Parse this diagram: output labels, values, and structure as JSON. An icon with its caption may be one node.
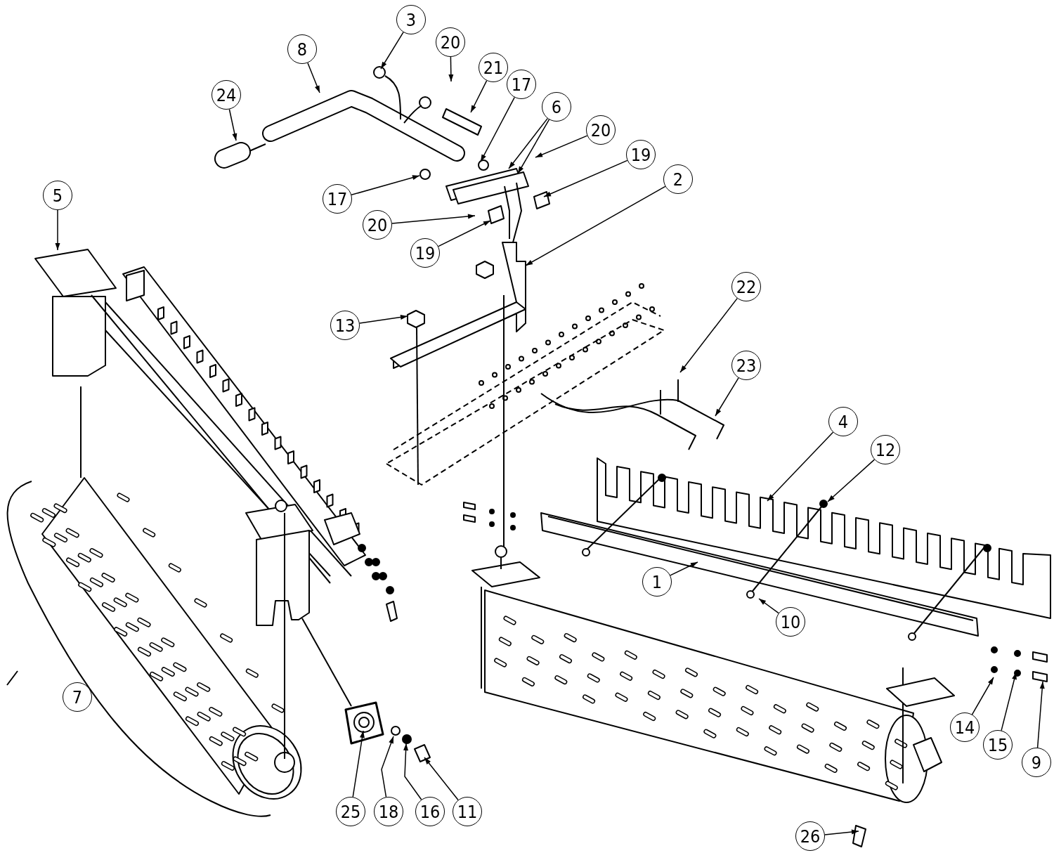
{
  "diagram": {
    "nodes": [
      {
        "text": [
          "3"
        ]
      },
      {
        "text": [
          "8"
        ]
      },
      {
        "text": [
          "20"
        ]
      },
      {
        "text": [
          "21"
        ]
      },
      {
        "text": [
          "17"
        ]
      },
      {
        "text": [
          "24"
        ]
      },
      {
        "text": [
          "6"
        ]
      },
      {
        "text": [
          "20"
        ]
      },
      {
        "text": [
          "19"
        ]
      },
      {
        "text": [
          "2"
        ]
      },
      {
        "text": [
          "5"
        ]
      },
      {
        "text": [
          "17"
        ]
      },
      {
        "text": [
          "20"
        ]
      },
      {
        "text": [
          "19"
        ]
      },
      {
        "text": [
          "22"
        ]
      },
      {
        "text": [
          "13"
        ]
      },
      {
        "text": [
          "23"
        ]
      },
      {
        "text": [
          "4"
        ]
      },
      {
        "text": [
          "12"
        ]
      },
      {
        "text": [
          "1"
        ]
      },
      {
        "text": [
          "10"
        ]
      },
      {
        "text": [
          "7"
        ]
      },
      {
        "text": [
          "14"
        ]
      },
      {
        "text": [
          "15"
        ]
      },
      {
        "text": [
          "9"
        ]
      },
      {
        "text": [
          "26"
        ]
      },
      {
        "text": [
          "25"
        ]
      },
      {
        "text": [
          "18"
        ]
      },
      {
        "text": [
          "16"
        ]
      },
      {
        "text": [
          "11"
        ]
      }
    ],
    "edges": [
      {
        "from": 0,
        "to": null,
        "arrow": "to"
      },
      {
        "from": 1,
        "to": null,
        "arrow": "to"
      },
      {
        "from": 2,
        "to": null,
        "arrow": "to"
      },
      {
        "from": 3,
        "to": null,
        "arrow": "to"
      },
      {
        "from": 4,
        "to": null,
        "arrow": "to"
      },
      {
        "from": 5,
        "to": null,
        "arrow": "to"
      },
      {
        "from": 6,
        "to": null,
        "arrow": "to"
      },
      {
        "from": 6,
        "to": null,
        "arrow": "to"
      },
      {
        "from": 7,
        "to": null,
        "arrow": "to"
      },
      {
        "from": 8,
        "to": null,
        "arrow": "to"
      },
      {
        "from": 9,
        "to": null,
        "arrow": "to"
      },
      {
        "from": 10,
        "to": null,
        "arrow": "to"
      },
      {
        "from": 11,
        "to": null,
        "arrow": "to"
      },
      {
        "from": 12,
        "to": null,
        "arrow": "to"
      },
      {
        "from": 13,
        "to": null,
        "arrow": "to"
      },
      {
        "from": 14,
        "to": null,
        "arrow": "to"
      },
      {
        "from": 15,
        "to": null,
        "arrow": "to"
      },
      {
        "from": 16,
        "to": null,
        "arrow": "to"
      },
      {
        "from": 17,
        "to": null,
        "arrow": "to"
      },
      {
        "from": 18,
        "to": null,
        "arrow": "to"
      },
      {
        "from": 19,
        "to": null,
        "arrow": "to"
      },
      {
        "from": 20,
        "to": null,
        "arrow": "to"
      },
      {
        "from": 22,
        "to": null,
        "arrow": "to"
      },
      {
        "from": 23,
        "to": null,
        "arrow": "to"
      },
      {
        "from": 24,
        "to": null,
        "arrow": "to"
      },
      {
        "from": 25,
        "to": null,
        "arrow": "to"
      },
      {
        "from": 26,
        "to": null,
        "arrow": "to"
      },
      {
        "from": 27,
        "to": null,
        "arrow": "to"
      },
      {
        "from": 28,
        "to": null,
        "arrow": "to"
      },
      {
        "from": 29,
        "to": null,
        "arrow": "to"
      }
    ]
  }
}
